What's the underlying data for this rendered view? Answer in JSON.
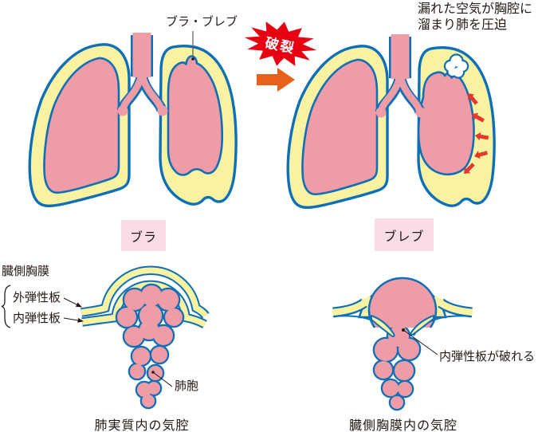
{
  "colors": {
    "lung_pink": "#F09CA7",
    "pleura_yellow": "#F9F2A1",
    "outline_blue": "#0D6FB7",
    "text_dark": "#231815",
    "leader_gray": "#595757",
    "burst_red": "#E60012",
    "arrow_orange": "#E8611C",
    "compress_red": "#E8382D",
    "box_pink": "#FADCE6"
  },
  "figure_top_left": {
    "label": "ブラ・ブレブ"
  },
  "transition": {
    "burst": "破裂"
  },
  "figure_top_right": {
    "note_line1": "漏れた空気が胸腔に",
    "note_line2": "溜まり肺を圧迫"
  },
  "tags": {
    "bulla": "ブラ",
    "bleb": "ブレブ"
  },
  "figure_bottom_left": {
    "pleura": "臓側胸膜",
    "outer_lamina": "外弾性板",
    "inner_lamina": "内弾性板",
    "alveolus": "肺胞",
    "caption": "肺実質内の気腔"
  },
  "figure_bottom_right": {
    "note": "内弾性板が破れる",
    "caption": "臓側胸膜内の気腔"
  }
}
